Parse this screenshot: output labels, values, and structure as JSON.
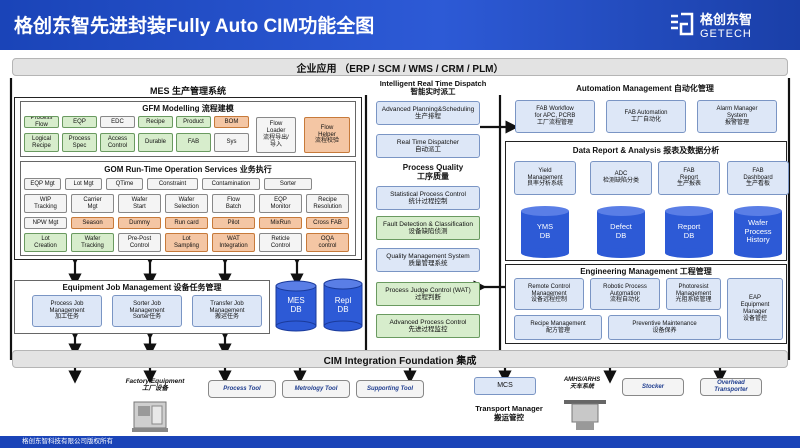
{
  "header": {
    "title": "格创东智先进封装Fully Auto CIM功能全图",
    "logo_cn": "格创东智",
    "logo_en": "GETECH"
  },
  "enterprise_bar": "企业应用 （ERP / SCM / WMS / CRM / PLM）",
  "mes": {
    "title": "MES 生产管理系统",
    "gfm_title": "GFM Modelling 流程建模",
    "gfm_row1": [
      "Process Flow",
      "EQP",
      "EDC",
      "Recipe",
      "Product",
      "BOM"
    ],
    "gfm_row2": [
      "Logical\nRecipe",
      "Process\nSpec",
      "Access\nControl",
      "Durable",
      "FAB",
      "Sys"
    ],
    "flow_loader": "Flow\nLoader\n流程导出/\n导入",
    "flow_helper": "Flow\nHelper\n流程校验",
    "gom_title": "GOM Run-Time Operation Services 业务执行",
    "gom_row1": [
      "EQP Mgt",
      "Lot Mgt",
      "QTime",
      "Constraint",
      "Contamination",
      "Sorter"
    ],
    "gom_row2": [
      "WIP\nTracking",
      "Carrier\nMgt",
      "Wafer\nStart",
      "Wafer\nSelection",
      "Flow\nBatch",
      "EQP\nMonitor",
      "Recipe\nResolution"
    ],
    "gom_row3": [
      "NPW Mgt",
      "Season",
      "Dummy",
      "Run card",
      "Pilot",
      "MixRun",
      "Cross FAB"
    ],
    "gom_row4": [
      "Lot\nCreation",
      "Wafer\nTracking",
      "Pre-Post\nControl",
      "Lot\nSampling",
      "WAT\nIntegration",
      "Reticle\nControl",
      "OQA\ncontrol"
    ]
  },
  "ejm": {
    "title": "Equipment Job Management 设备任务管理",
    "boxes": [
      "Process Job\nManagement\n加工任务",
      "Sorter Job\nManagement\nSorter任务",
      "Transfer Job\nManagement\n搬运任务"
    ]
  },
  "dbs": {
    "mes": "MES\nDB",
    "repl": "Repl\nDB"
  },
  "rtd": {
    "title": "Intelligent Real Time Dispatch\n智能实时派工",
    "boxes": [
      "Advanced Planning&Scheduling\n生产排程",
      "Real Time Dispatcher\n自动派工"
    ]
  },
  "pq": {
    "title": "Process Quality\n工序质量",
    "boxes": [
      "Statistical Process Control\n统计过程控制",
      "Fault Detection & Classification\n设备缺陷侦测",
      "Quality Management System\n质量管理系统",
      "Process Judge Control (WAT)\n过程判断",
      "Advanced Process Control\n先进过程监控"
    ]
  },
  "am": {
    "title": "Automation Management 自动化管理",
    "boxes": [
      "FAB Workflow\nfor APC, PCRB\n工厂流程管理",
      "FAB Automation\n工厂自动化",
      "Alarm Manager\nSystem\n报警管理"
    ]
  },
  "dra": {
    "title": "Data Report & Analysis 报表及数据分析",
    "boxes": [
      "Yield\nManagement\n良率分析系统",
      "ADC\n检测缺陷分类",
      "FAB\nReport\n生产报表",
      "FAB\nDashboard\n生产看板"
    ],
    "dbs": [
      "YMS\nDB",
      "Defect\nDB",
      "Report\nDB",
      "Wafer\nProcess\nHistory"
    ]
  },
  "em": {
    "title": "Engineering Management 工程管理",
    "boxes": [
      "Remote Control\nManagement\n设备远程控制",
      "Robotic Process\nAutomation\n流程自动化",
      "Photoresist\nManagement\n光阻系统管理",
      "Recipe Management\n配方管理",
      "Preventive Maintenance\n设备保养",
      "EAP\nEquipment\nManager\n设备管控"
    ]
  },
  "cim_bar": "CIM Integration Foundation 集成",
  "bottom": {
    "factory_eq": "Factory Equipment\n工厂设备",
    "tools": [
      "Process Tool",
      "Metrology Tool",
      "Supporting Tool"
    ],
    "mcs": "MCS",
    "amhs": "AMHS/ARHS\n天车系统",
    "stocker": "Stocker",
    "oht": "Overhead\nTransporter",
    "tm": "Transport Manager\n搬运管控"
  },
  "footer": "格创东智科技有限公司版权所有"
}
